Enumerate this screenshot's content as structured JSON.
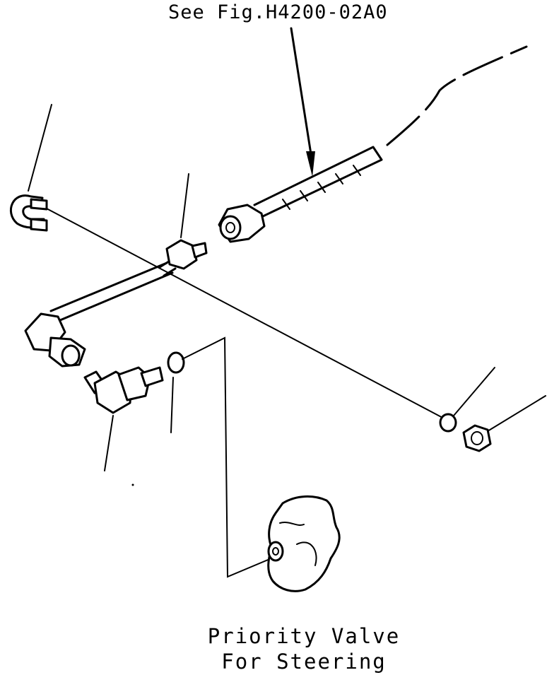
{
  "labels": {
    "reference": "See Fig.H4200-02A0",
    "caption_line1": "Priority Valve",
    "caption_line2": "For Steering"
  },
  "colors": {
    "ink": "#000000",
    "background": "#ffffff"
  }
}
